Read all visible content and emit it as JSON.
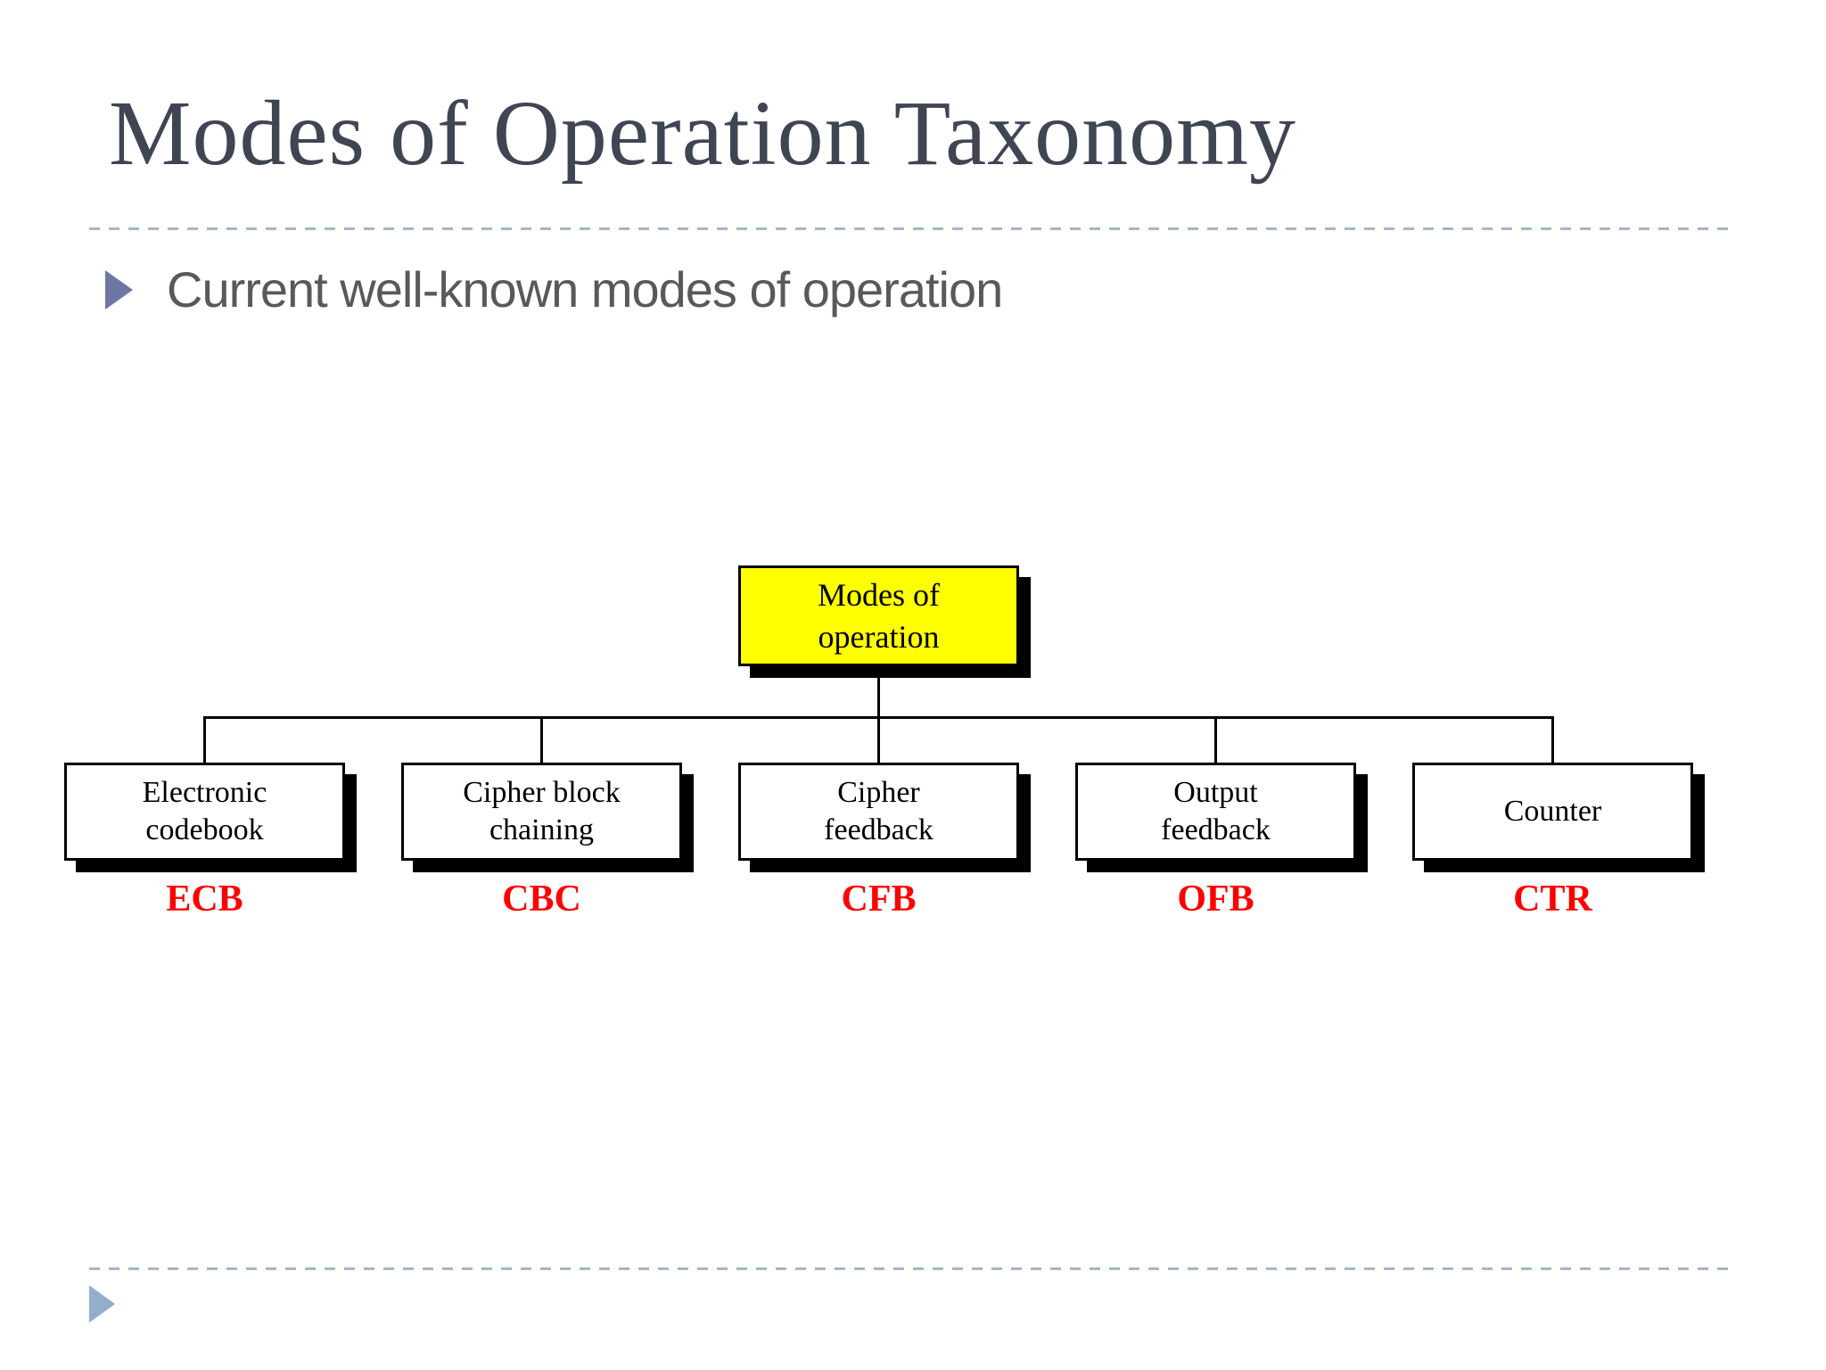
{
  "title": "Modes of Operation Taxonomy",
  "bullet": {
    "text": "Current well-known modes of operation"
  },
  "diagram": {
    "root": {
      "lines": [
        "Modes of",
        "operation"
      ]
    },
    "children": [
      {
        "lines": [
          "Electronic",
          "codebook"
        ],
        "abbr": "ECB"
      },
      {
        "lines": [
          "Cipher block",
          "chaining"
        ],
        "abbr": "CBC"
      },
      {
        "lines": [
          "Cipher",
          "feedback"
        ],
        "abbr": "CFB"
      },
      {
        "lines": [
          "Output",
          "feedback"
        ],
        "abbr": "OFB"
      },
      {
        "lines": [
          "Counter"
        ],
        "abbr": "CTR"
      }
    ]
  },
  "colors": {
    "root_fill": "#FFFF00",
    "abbr": "#FF0000",
    "title": "#404553",
    "bullet_text": "#595959",
    "bullet_marker": "#6D77A5",
    "footer_marker": "#93AECB",
    "rule": "#A6B6C8",
    "line": "#000000"
  }
}
